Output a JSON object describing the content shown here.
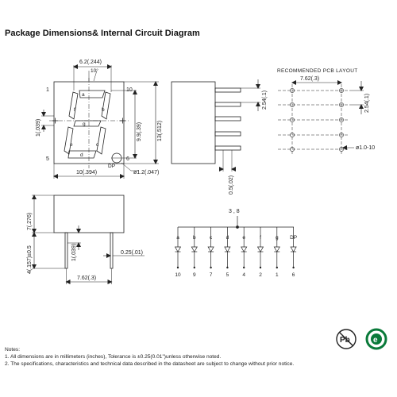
{
  "title": "Package Dimensions& Internal Circuit Diagram",
  "front_view": {
    "pin_top_left": "1",
    "pin_top_right": "10",
    "pin_bottom_left": "5",
    "pin_bottom_right": "6",
    "dim_digit_width": "6.2(.244)",
    "dim_angle": "10°",
    "dim_height": "9.9(.39)",
    "dim_total_height": "13(.512)",
    "dim_total_width": "10(.394)",
    "dim_left": "1(.039)",
    "dim_dp_dia": "ø1.2(.047)",
    "dp_label": "DP",
    "segments": [
      "a",
      "b",
      "c",
      "d",
      "e",
      "f",
      "g"
    ]
  },
  "side_view": {
    "dim_pin_pitch": "2.54(.1)",
    "dim_pin_width": "0.5(.02)"
  },
  "pcb_layout": {
    "title": "RECOMMENDED PCB LAYOUT",
    "dim_row_spacing": "7.62(.3)",
    "dim_pitch": "2.54(.1)",
    "hole_dia": "ø1.0-10"
  },
  "bottom_view": {
    "dim_body_height": "7(.276)",
    "dim_pin_length": "4(.157)±0.5",
    "dim_standoff": "1(.039)",
    "dim_pin_thickness": "0.25(.01)",
    "dim_row_spacing": "7.62(.3)"
  },
  "circuit": {
    "common_pins": "3 , 8",
    "segments": [
      "a",
      "b",
      "c",
      "d",
      "e",
      "f",
      "g",
      "DP"
    ],
    "pins": [
      "10",
      "9",
      "7",
      "5",
      "4",
      "2",
      "1",
      "6"
    ]
  },
  "logos": {
    "pb_free": "Pb",
    "rohs": "e"
  },
  "notes": {
    "heading": "Notes:",
    "line1": "1. All dimensions are in millimeters (inches), Tolerance is ±0.25(0.01\")unless otherwise noted.",
    "line2": "2. The specifications, characteristics and technical data described in the datasheet are subject to change without prior notice."
  }
}
